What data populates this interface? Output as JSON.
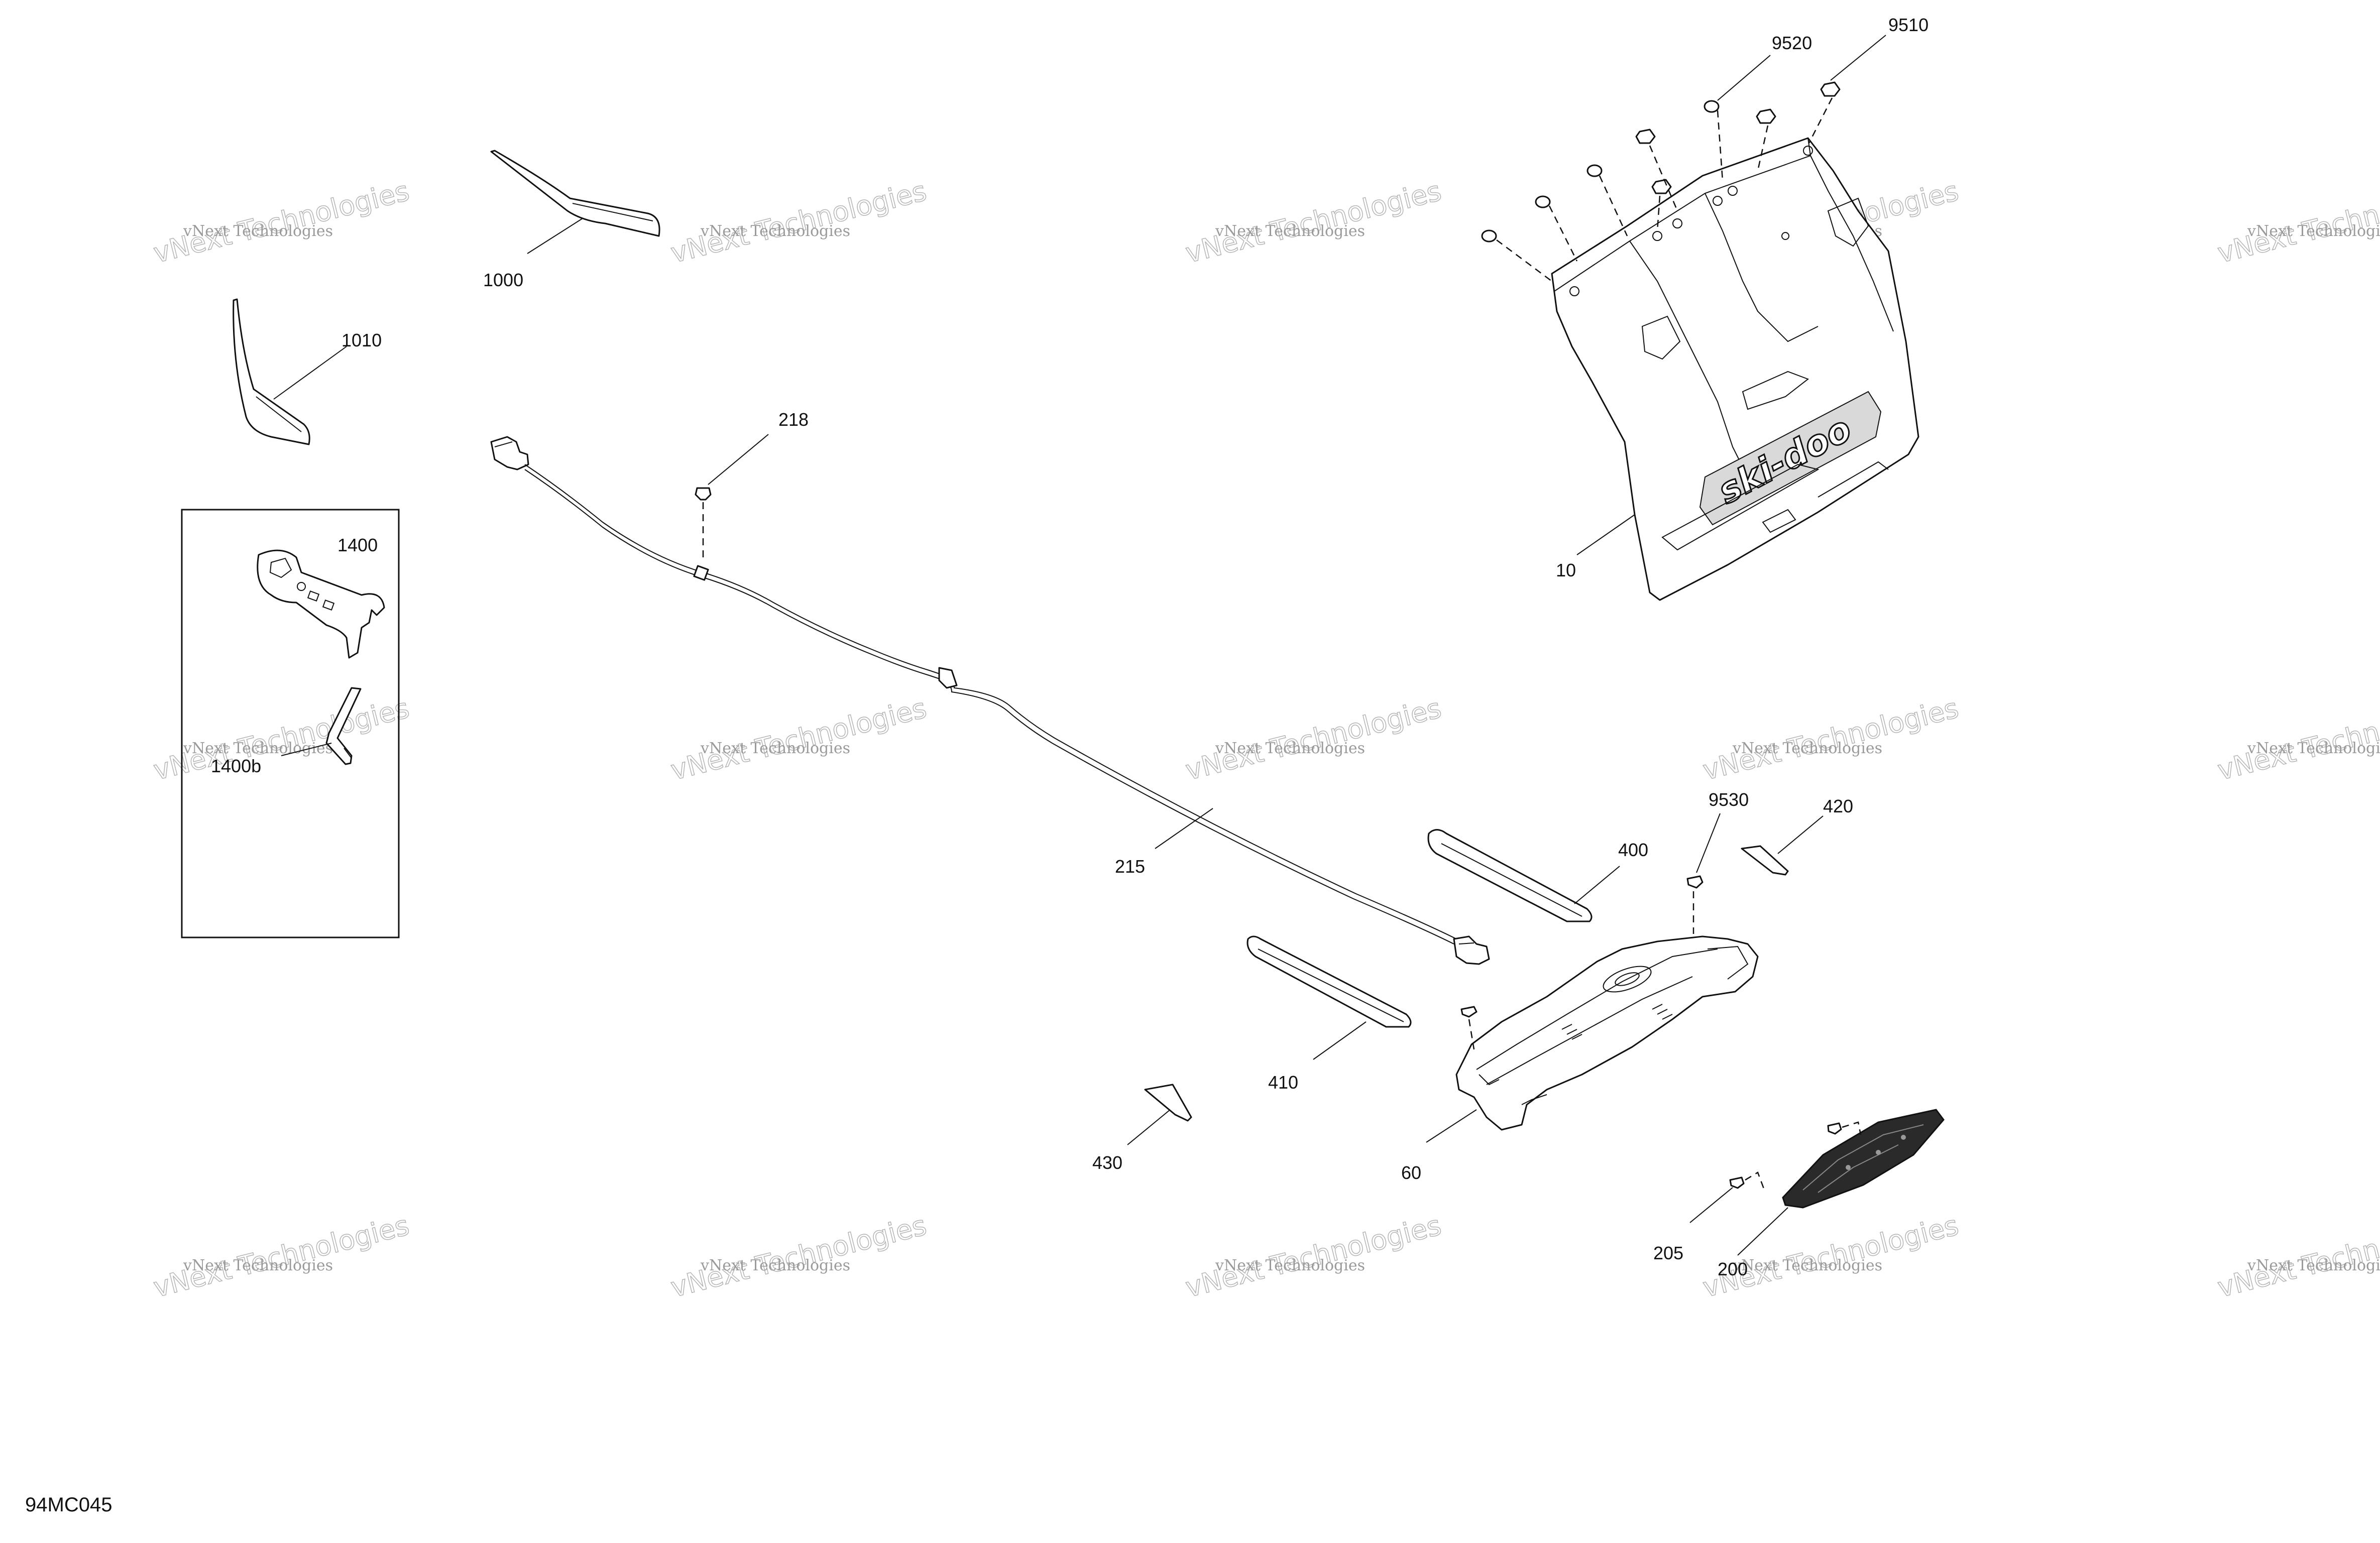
{
  "diagram_code": "94MC045",
  "watermark": {
    "line1": "vNext Technologies",
    "line2": "vNext Technologies"
  },
  "labels": {
    "p10": "10",
    "p60": "60",
    "p200": "200",
    "p205": "205",
    "p215": "215",
    "p218": "218",
    "p400": "400",
    "p410": "410",
    "p420": "420",
    "p430": "430",
    "p1000": "1000",
    "p1010": "1010",
    "p1400": "1400",
    "p1400b": "1400b",
    "p9510": "9510",
    "p9520": "9520",
    "p9530": "9530"
  },
  "brand_logo_text": "ski-doo"
}
